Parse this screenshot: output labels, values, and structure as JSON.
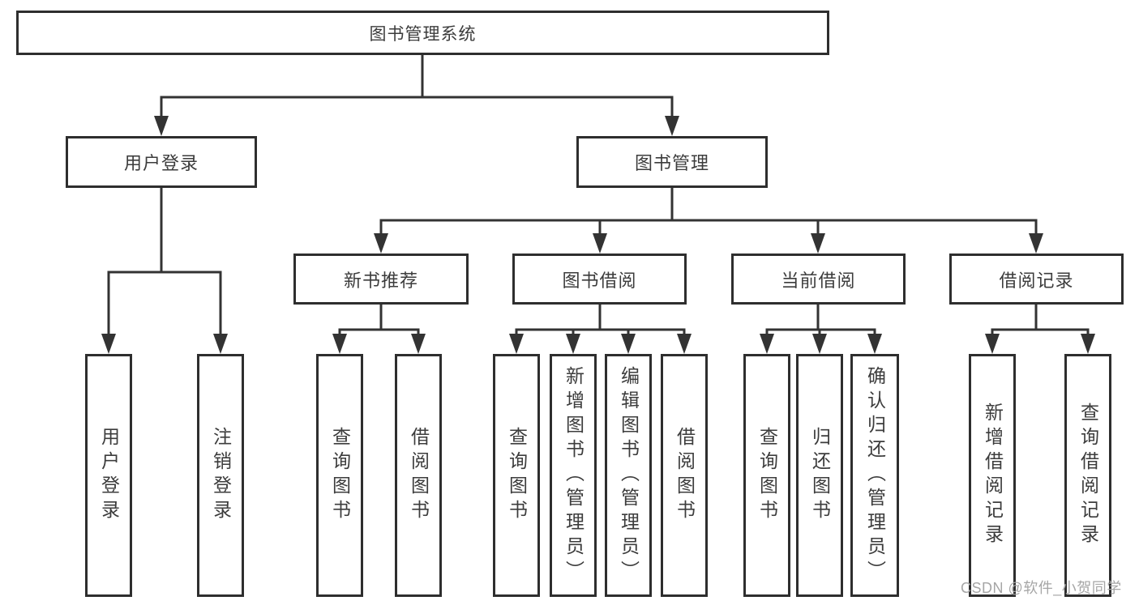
{
  "colors": {
    "line": "#333333",
    "box_border": "#2e2e2e",
    "text": "#3c3c3c",
    "watermark": "#a6a6a6",
    "background": "#ffffff"
  },
  "diagram": {
    "root": "图书管理系统",
    "branches": [
      {
        "label": "用户登录",
        "children": [
          "用户登录",
          "注销登录"
        ]
      },
      {
        "label": "图书管理",
        "children": [
          {
            "label": "新书推荐",
            "children": [
              "查询图书",
              "借阅图书"
            ]
          },
          {
            "label": "图书借阅",
            "children": [
              "查询图书",
              "新增图书（管理员）",
              "编辑图书（管理员）",
              "借阅图书"
            ]
          },
          {
            "label": "当前借阅",
            "children": [
              "查询图书",
              "归还图书",
              "确认归还（管理员）"
            ]
          },
          {
            "label": "借阅记录",
            "children": [
              "新增借阅记录",
              "查询借阅记录"
            ]
          }
        ]
      }
    ]
  },
  "watermark": "CSDN @软件_小贺同学"
}
